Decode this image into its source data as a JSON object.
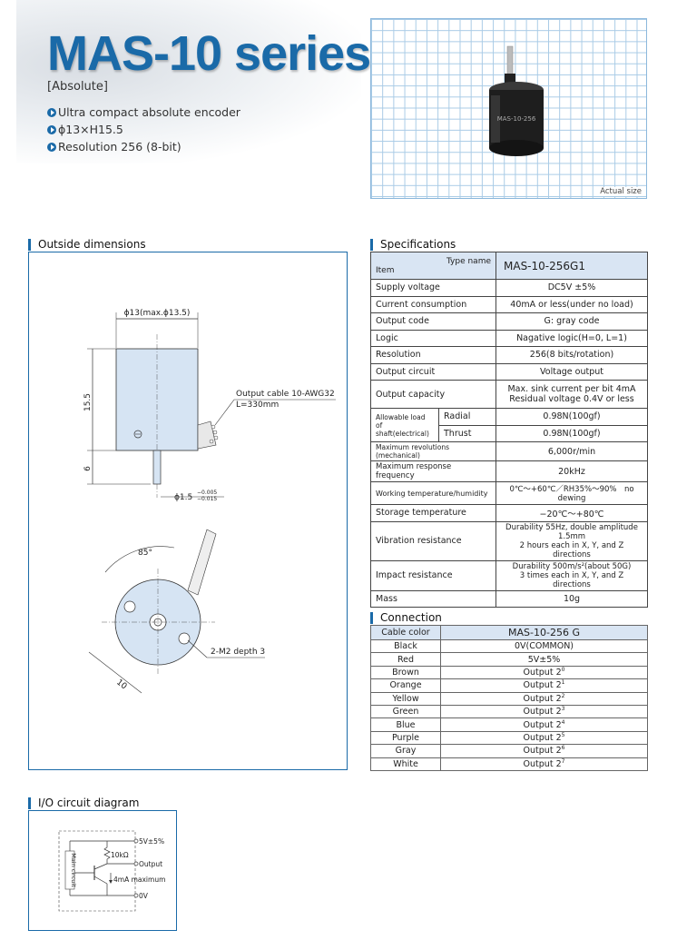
{
  "header": {
    "title": "MAS-10 series",
    "subtitle": "[Absolute]",
    "features": [
      "Ultra compact absolute encoder",
      "ϕ13×H15.5",
      "Resolution 256 (8-bit)"
    ],
    "photo_caption": "Actual size",
    "product_label": "MAS-10-256"
  },
  "dimensions": {
    "heading": "Outside dimensions",
    "diameter": "ϕ13(max.ϕ13.5)",
    "height": "15.5",
    "shaft_len": "6",
    "cable_label": "Output cable 10-AWG32",
    "cable_len": "L=330mm",
    "shaft_dia": "ϕ1.5",
    "shaft_tol_upper": "−0.005",
    "shaft_tol_lower": "−0.015",
    "angle": "85°",
    "screw": "2-M2 depth 3",
    "pitch": "10"
  },
  "specs": {
    "heading": "Specifications",
    "type_name": "Type name",
    "item": "Item",
    "model": "MAS-10-256G1",
    "rows": [
      {
        "label": "Supply voltage",
        "value": "DC5V ±5%"
      },
      {
        "label": "Current consumption",
        "value": "40mA or less(under no load)"
      },
      {
        "label": "Output code",
        "value": "G: gray code"
      },
      {
        "label": "Logic",
        "value": "Nagative logic(H=0, L=1)"
      },
      {
        "label": "Resolution",
        "value": "256(8 bits/rotation)"
      },
      {
        "label": "Output circuit",
        "value": "Voltage output"
      },
      {
        "label": "Output capacity",
        "value": "Max. sink current per bit 4mA",
        "value2": "Residual voltage 0.4V or less"
      },
      {
        "label": "Allowable load of shaft(electrical)",
        "sub": "Radial",
        "value": "0.98N(100gf)"
      },
      {
        "sub": "Thrust",
        "value": "0.98N(100gf)"
      },
      {
        "label": "Maximum revolutions (mechanical)",
        "value": "6,000r/min"
      },
      {
        "label": "Maximum response frequency",
        "value": "20kHz"
      },
      {
        "label": "Working temperature/humidity",
        "value": "0℃～+60℃／RH35%～90%　no dewing"
      },
      {
        "label": "Storage temperature",
        "value": "−20℃～+80℃"
      },
      {
        "label": "Vibration resistance",
        "value": "Durability 55Hz, double amplitude 1.5mm",
        "value2": "2 hours each in X, Y, and Z directions"
      },
      {
        "label": "Impact resistance",
        "value": "Durability 500m/s²(about 50G)",
        "value2": "3 times each in X, Y, and Z directions"
      },
      {
        "label": "Mass",
        "value": "10g"
      }
    ]
  },
  "connection": {
    "heading": "Connection",
    "col1": "Cable color",
    "col2": "MAS-10-256 G",
    "rows": [
      {
        "color": "Black",
        "out": "0V(COMMON)",
        "exp": ""
      },
      {
        "color": "Red",
        "out": "5V±5%",
        "exp": ""
      },
      {
        "color": "Brown",
        "out": "Output 2",
        "exp": "0"
      },
      {
        "color": "Orange",
        "out": "Output 2",
        "exp": "1"
      },
      {
        "color": "Yellow",
        "out": "Output 2",
        "exp": "2"
      },
      {
        "color": "Green",
        "out": "Output 2",
        "exp": "3"
      },
      {
        "color": "Blue",
        "out": "Output 2",
        "exp": "4"
      },
      {
        "color": "Purple",
        "out": "Output 2",
        "exp": "5"
      },
      {
        "color": "Gray",
        "out": "Output 2",
        "exp": "6"
      },
      {
        "color": "White",
        "out": "Output 2",
        "exp": "7"
      }
    ]
  },
  "io": {
    "heading": "I/O circuit diagram",
    "v5": "5V±5%",
    "resistor": "10kΩ",
    "output": "Output",
    "current": "4mA maximum",
    "v0": "0V",
    "main_circuit": "Main circuit"
  },
  "colors": {
    "accent": "#1a6aa8",
    "header_fill": "#d9e5f3",
    "grid": "#a9cbe6"
  }
}
